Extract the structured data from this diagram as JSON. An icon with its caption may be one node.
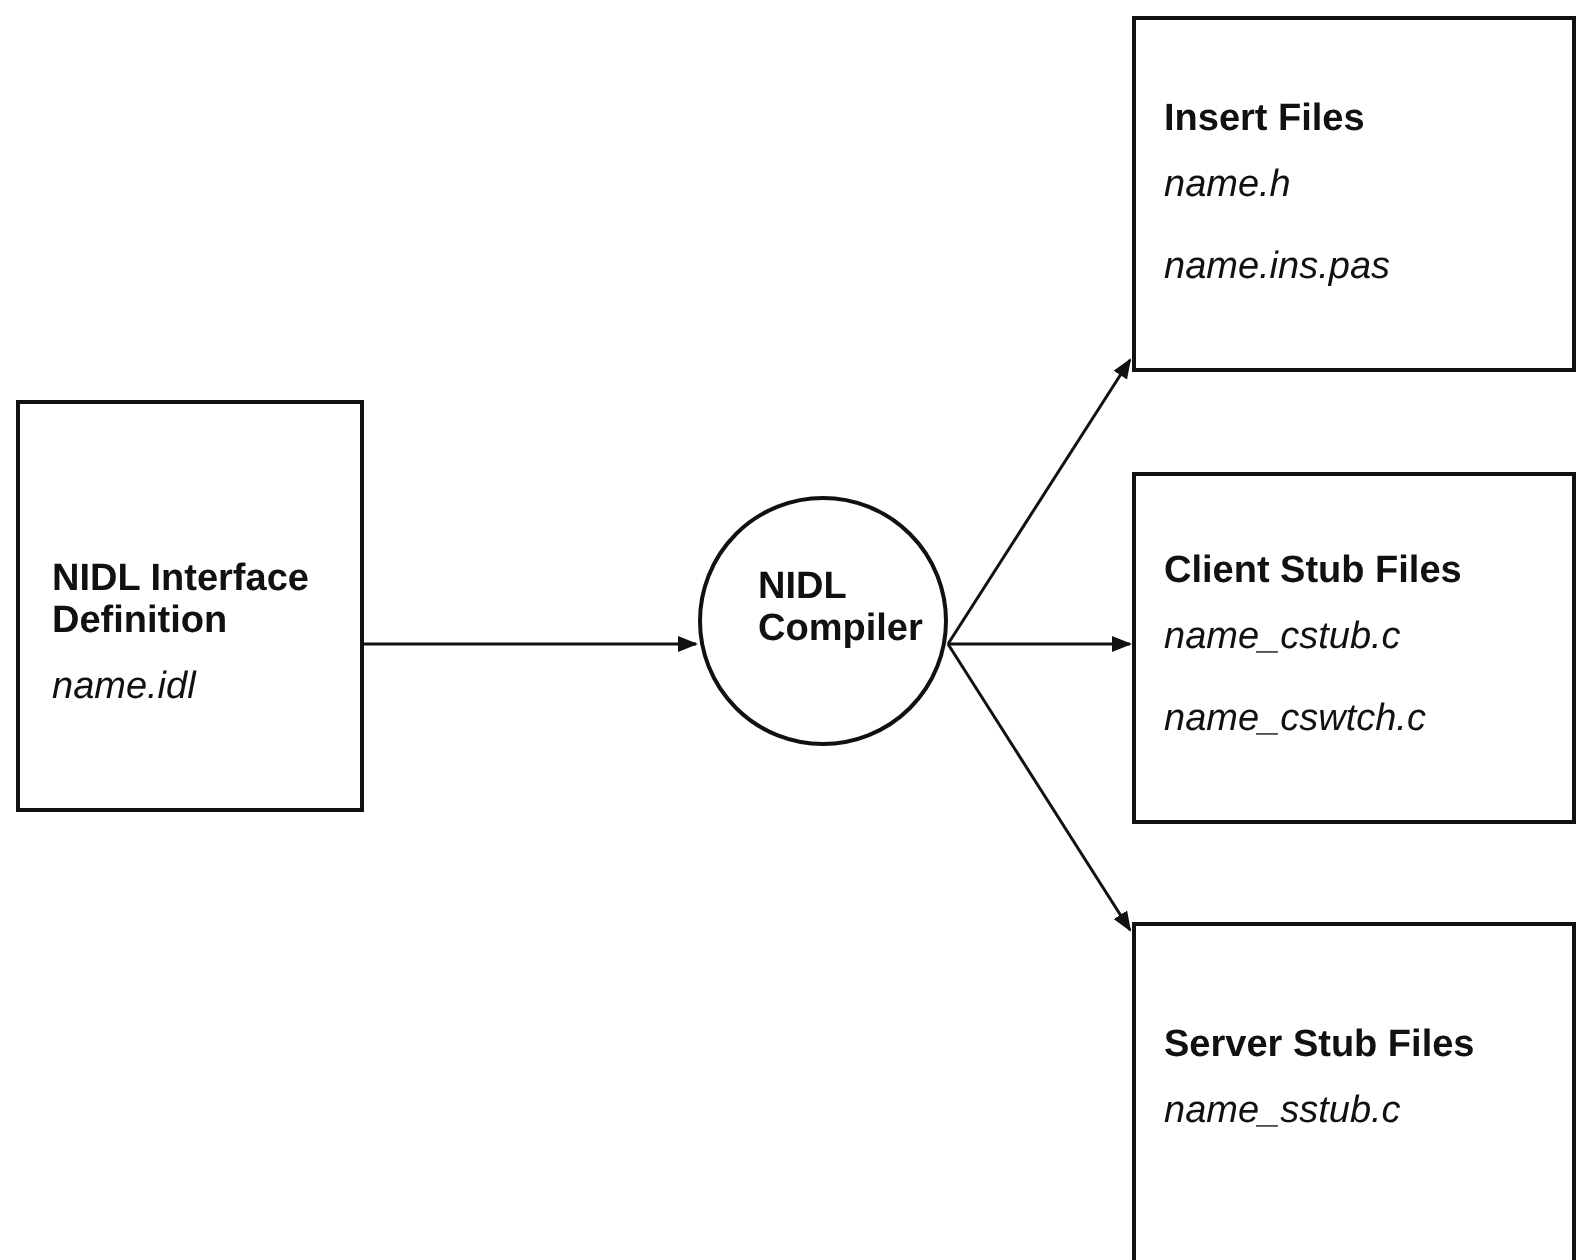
{
  "diagram": {
    "nodes": [
      {
        "text": [
          "NIDL Interface Definition",
          "name.idl"
        ]
      },
      {
        "text": [
          "NIDL Compiler"
        ]
      },
      {
        "text": [
          "Insert Files",
          "name.h",
          "name.ins.pas"
        ]
      },
      {
        "text": [
          "Client Stub Files",
          "name_cstub.c",
          "name_cswtch.c"
        ]
      },
      {
        "text": [
          "Server Stub Files",
          "name_sstub.c"
        ]
      }
    ],
    "edges": [
      {
        "from": 0,
        "to": 1,
        "arrow": "to"
      },
      {
        "from": 1,
        "to": 2,
        "arrow": "to"
      },
      {
        "from": 1,
        "to": 3,
        "arrow": "to"
      },
      {
        "from": 1,
        "to": 4,
        "arrow": "to"
      }
    ]
  }
}
